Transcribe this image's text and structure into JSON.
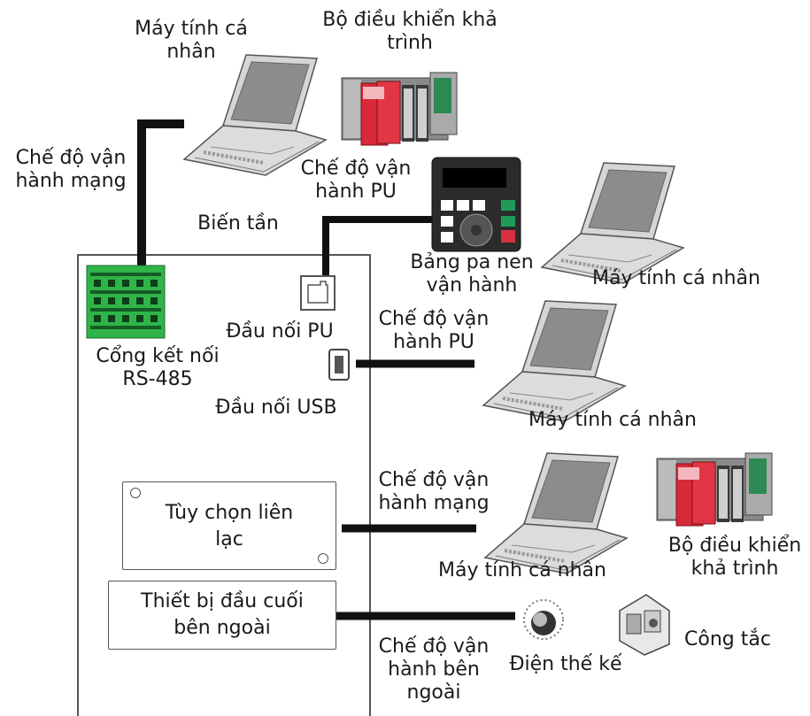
{
  "labels": {
    "pc_top": [
      "Máy tính cá",
      "nhân"
    ],
    "plc_top": [
      "Bộ điều khiển khả",
      "trình"
    ],
    "network_mode_left": [
      "Chế độ vận",
      "hành mạng"
    ],
    "pu_mode_top": [
      "Chế độ vận",
      "hành PU"
    ],
    "inverter": "Biến tần",
    "operation_panel": [
      "Bảng pa nen",
      "vận hành"
    ],
    "pc_right_1": "Máy tính cá nhân",
    "pu_connector": "Đầu nối PU",
    "pu_mode_usb": [
      "Chế độ vận",
      "hành PU"
    ],
    "rs485_port": [
      "Cổng kết nối",
      "RS-485"
    ],
    "usb_connector": "Đầu nối USB",
    "pc_right_2": "Máy tính cá nhân",
    "network_mode_right": [
      "Chế độ vận",
      "hành mạng"
    ],
    "plc_bottom": [
      "Bộ điều khiển",
      "khả trình"
    ],
    "comm_option": [
      "Tùy chọn liên",
      "lạc"
    ],
    "pc_right_3": "Máy tính cá nhân",
    "external_terminal": [
      "Thiết bị đầu cuối",
      "bên ngoài"
    ],
    "external_mode": [
      "Chế độ vận",
      "hành bên",
      "ngoài"
    ],
    "potentiometer": "Điện thế kế",
    "switch": "Công tắc"
  },
  "colors": {
    "line": "#111111",
    "frame": "#555555",
    "plc_red": "#d8283a",
    "terminal_green": "#2fb44a",
    "panel_green": "#1f9a5a",
    "panel_red": "#d83040",
    "laptop_body": "#d9d9d9",
    "laptop_screen": "#9a9a9a"
  }
}
